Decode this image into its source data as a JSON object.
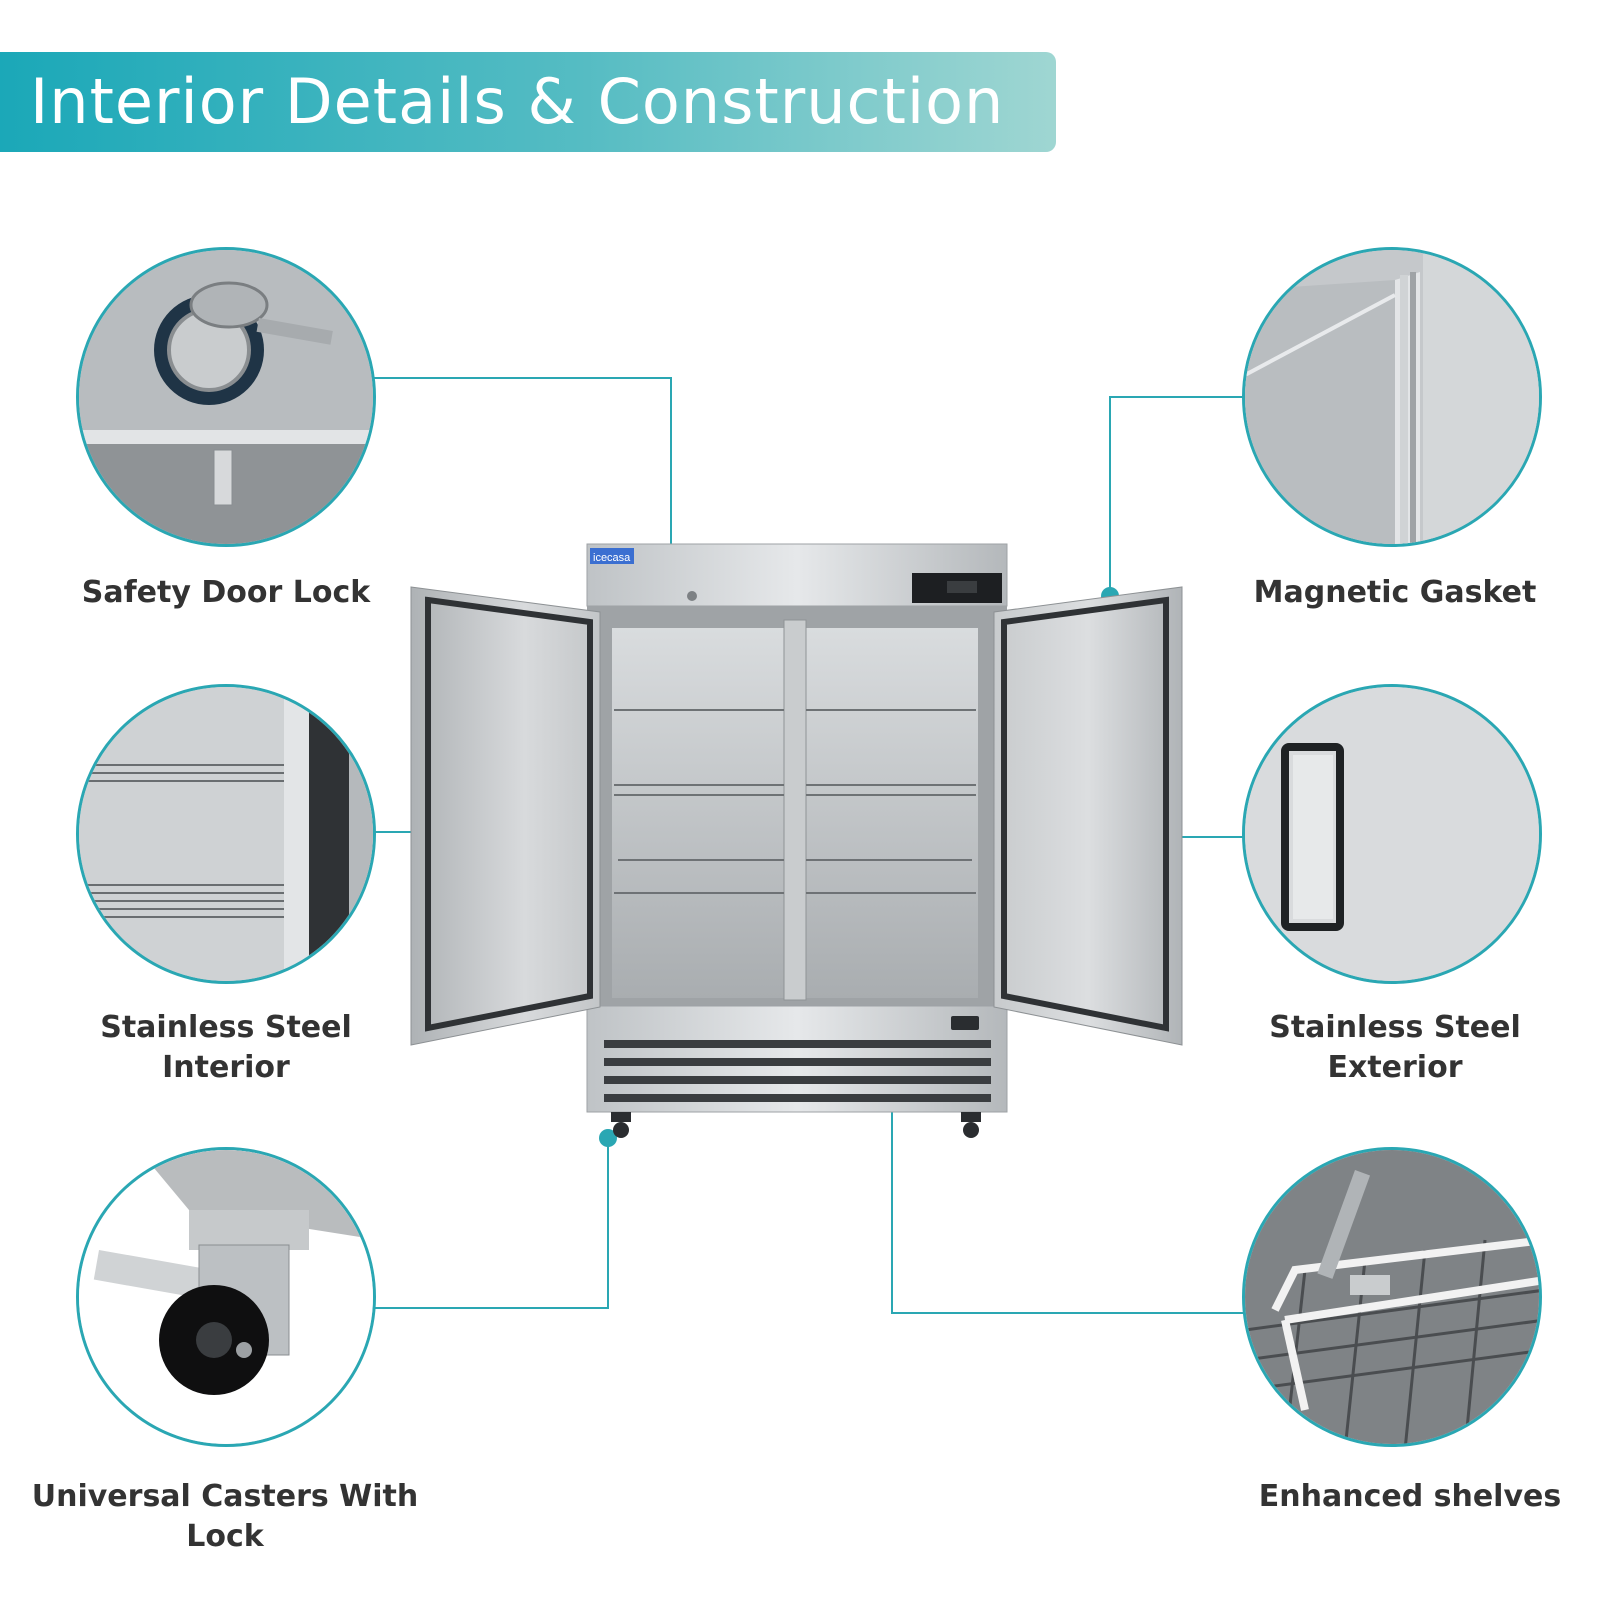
{
  "header": {
    "title": "Interior Details & Construction"
  },
  "product": {
    "brand": "icecasa"
  },
  "features": {
    "lock": "Safety Door Lock",
    "gasket": "Magnetic Gasket",
    "interior": "Stainless Steel\nInterior",
    "exterior": "Stainless Steel\nExterior",
    "casters": "Universal Casters With\nLock",
    "shelves": "Enhanced shelves"
  },
  "colors": {
    "accent": "#2aa7b3",
    "banner_start": "#1ba8b8",
    "banner_end": "#9fd6d2",
    "label_text": "#333333"
  }
}
